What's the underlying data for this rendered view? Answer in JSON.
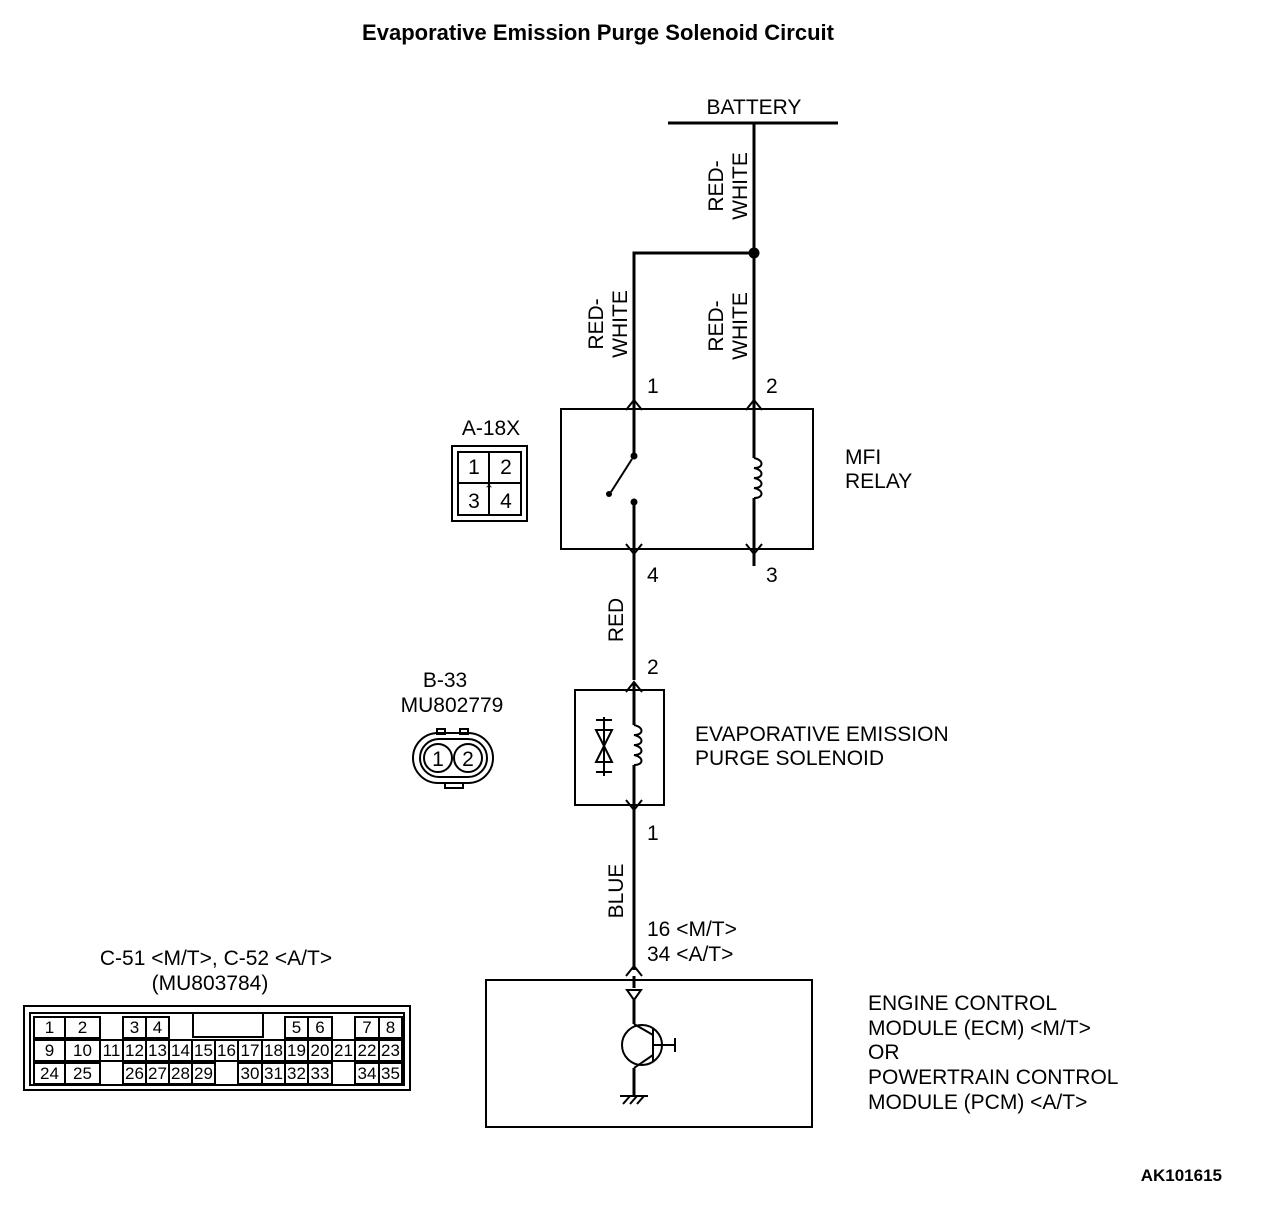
{
  "title": "Evaporative Emission Purge Solenoid Circuit",
  "figure_code": "AK101615",
  "colors": {
    "ink": "#000000",
    "background": "#ffffff"
  },
  "battery": {
    "label": "BATTERY"
  },
  "wires": {
    "battery_feed": [
      "RED-",
      "WHITE"
    ],
    "relay_pin1": [
      "RED-",
      "WHITE"
    ],
    "relay_pin2": [
      "RED-",
      "WHITE"
    ],
    "relay_to_solenoid": "RED",
    "solenoid_to_ecm": "BLUE"
  },
  "mfi_relay": {
    "label_line1": "MFI",
    "label_line2": "RELAY",
    "pins": {
      "p1": "1",
      "p2": "2",
      "p3": "3",
      "p4": "4"
    },
    "switch_icon": "relay-switch-icon",
    "coil_icon": "relay-coil-icon"
  },
  "connector_a18x": {
    "code": "A-18X",
    "pins": [
      "1",
      "2",
      "3",
      "4"
    ]
  },
  "solenoid": {
    "label_line1": "EVAPORATIVE EMISSION",
    "label_line2": "PURGE SOLENOID",
    "pins": {
      "top": "2",
      "bottom": "1"
    }
  },
  "connector_b33": {
    "code": "B-33",
    "part": "MU802779",
    "pins": [
      "1",
      "2"
    ]
  },
  "ecm": {
    "label_lines": [
      "ENGINE CONTROL",
      "MODULE (ECM) <M/T>",
      "OR",
      "POWERTRAIN CONTROL",
      "MODULE (PCM) <A/T>"
    ],
    "pin_lines": [
      "16 <M/T>",
      "34 <A/T>"
    ]
  },
  "connector_c51": {
    "title_line1": "C-51 <M/T>, C-52 <A/T>",
    "title_line2": "(MU803784)",
    "row1": [
      "1",
      "2",
      "3",
      "4",
      "5",
      "6",
      "7",
      "8"
    ],
    "row2": [
      "9",
      "10",
      "11",
      "12",
      "13",
      "14",
      "15",
      "16",
      "17",
      "18",
      "19",
      "20",
      "21",
      "22",
      "23"
    ],
    "row3": [
      "24",
      "25",
      "26",
      "27",
      "28",
      "29",
      "30",
      "31",
      "32",
      "33",
      "34",
      "35"
    ]
  }
}
